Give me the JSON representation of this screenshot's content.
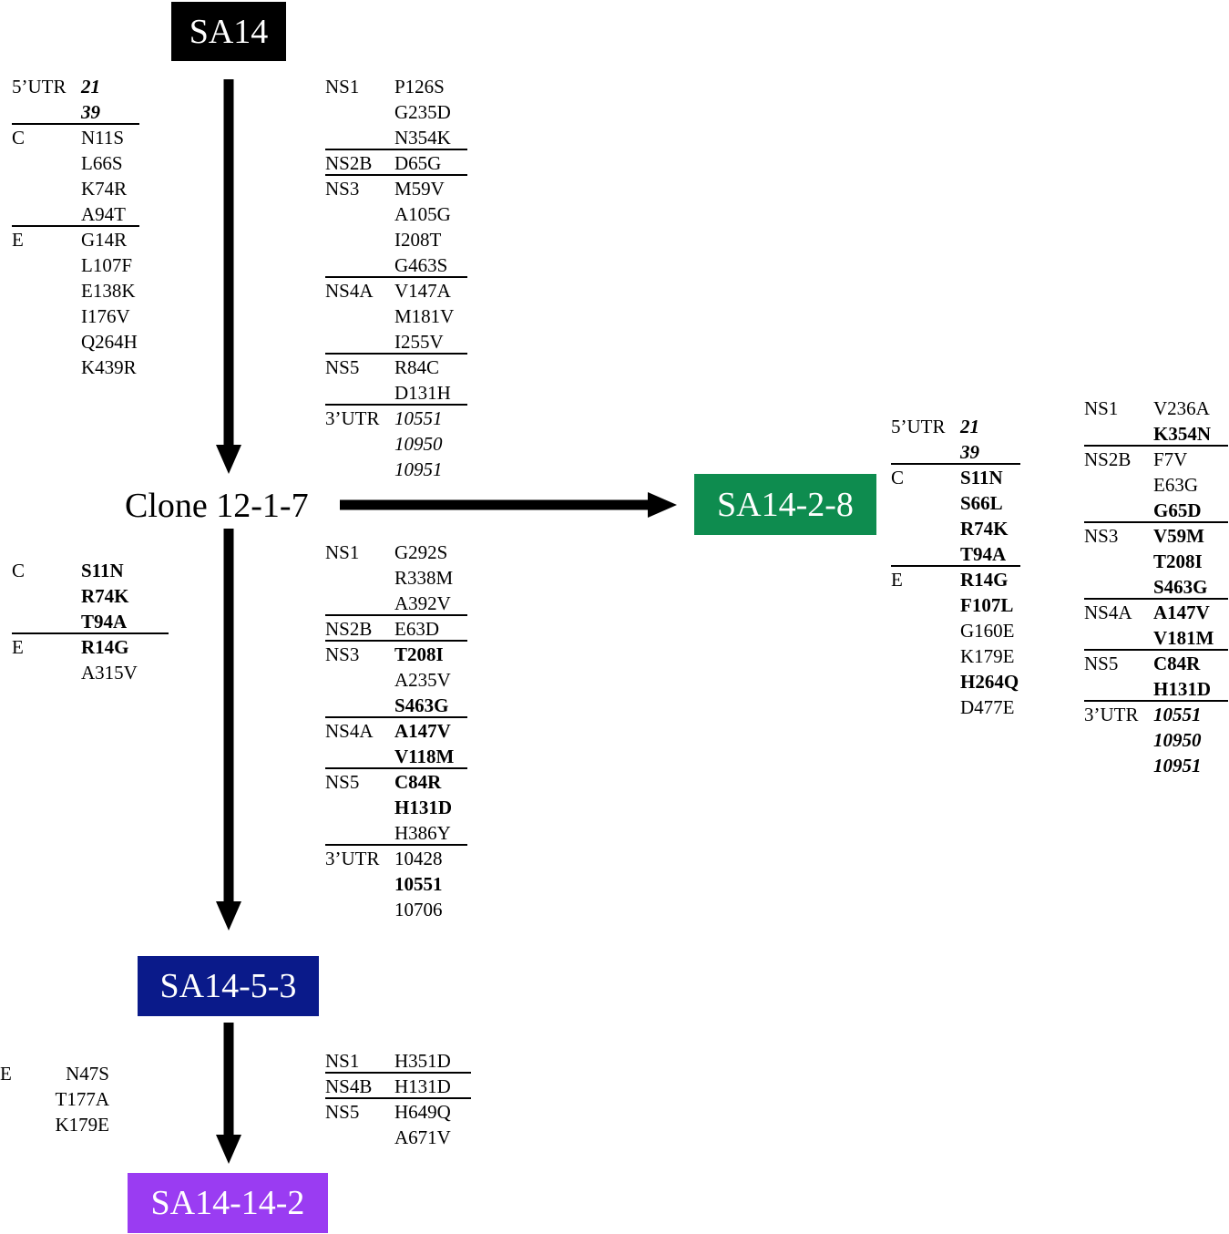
{
  "nodes": {
    "sa14": "SA14",
    "clone": "Clone 12-1-7",
    "sa14_2_8": "SA14-2-8",
    "sa14_5_3": "SA14-5-3",
    "sa14_14_2": "SA14-14-2"
  },
  "colors": {
    "sa14": "#000000",
    "sa14_2_8": "#0e8c4f",
    "sa14_5_3": "#0a1a8a",
    "sa14_14_2": "#9a3cf2",
    "arrow": "#000000"
  },
  "tables": {
    "sa14_left": [
      {
        "gene": "5’UTR",
        "mut": "21",
        "italic": true,
        "bold": true
      },
      {
        "gene": "",
        "mut": "39",
        "italic": true,
        "bold": true,
        "rule": true
      },
      {
        "gene": "C",
        "mut": "N11S"
      },
      {
        "gene": "",
        "mut": "L66S"
      },
      {
        "gene": "",
        "mut": "K74R"
      },
      {
        "gene": "",
        "mut": "A94T",
        "rule": true
      },
      {
        "gene": "E",
        "mut": "G14R"
      },
      {
        "gene": "",
        "mut": "L107F"
      },
      {
        "gene": "",
        "mut": "E138K"
      },
      {
        "gene": "",
        "mut": "I176V"
      },
      {
        "gene": "",
        "mut": "Q264H"
      },
      {
        "gene": "",
        "mut": "K439R"
      }
    ],
    "sa14_right": [
      {
        "gene": "NS1",
        "mut": "P126S"
      },
      {
        "gene": "",
        "mut": "G235D"
      },
      {
        "gene": "",
        "mut": "N354K",
        "rule": true
      },
      {
        "gene": "NS2B",
        "mut": "D65G",
        "rule": true
      },
      {
        "gene": "NS3",
        "mut": "M59V"
      },
      {
        "gene": "",
        "mut": "A105G"
      },
      {
        "gene": "",
        "mut": "I208T"
      },
      {
        "gene": "",
        "mut": "G463S",
        "rule": true
      },
      {
        "gene": "NS4A",
        "mut": "V147A"
      },
      {
        "gene": "",
        "mut": "M181V"
      },
      {
        "gene": "",
        "mut": "I255V",
        "rule": true
      },
      {
        "gene": "NS5",
        "mut": "R84C"
      },
      {
        "gene": "",
        "mut": "D131H",
        "rule": true
      },
      {
        "gene": "3’UTR",
        "mut": "10551",
        "italic": true
      },
      {
        "gene": "",
        "mut": "10950",
        "italic": true
      },
      {
        "gene": "",
        "mut": "10951",
        "italic": true
      }
    ],
    "clone_left": [
      {
        "gene": "C",
        "mut": "S11N",
        "bold": true
      },
      {
        "gene": "",
        "mut": "R74K",
        "bold": true
      },
      {
        "gene": "",
        "mut": "T94A",
        "bold": true,
        "rule": true
      },
      {
        "gene": "E",
        "mut": "R14G",
        "bold": true
      },
      {
        "gene": "",
        "mut": "A315V"
      }
    ],
    "clone_right": [
      {
        "gene": "NS1",
        "mut": "G292S"
      },
      {
        "gene": "",
        "mut": "R338M"
      },
      {
        "gene": "",
        "mut": "A392V",
        "rule": true
      },
      {
        "gene": "NS2B",
        "mut": "E63D",
        "rule": true
      },
      {
        "gene": "NS3",
        "mut": "T208I",
        "bold": true
      },
      {
        "gene": "",
        "mut": "A235V"
      },
      {
        "gene": "",
        "mut": "S463G",
        "bold": true,
        "rule": true
      },
      {
        "gene": "NS4A",
        "mut": "A147V",
        "bold": true
      },
      {
        "gene": "",
        "mut": "V118M",
        "bold": true,
        "rule": true
      },
      {
        "gene": "NS5",
        "mut": "C84R",
        "bold": true
      },
      {
        "gene": "",
        "mut": "H131D",
        "bold": true
      },
      {
        "gene": "",
        "mut": "H386Y",
        "rule": true
      },
      {
        "gene": "3’UTR",
        "mut": "10428"
      },
      {
        "gene": "",
        "mut": "10551",
        "bold": true
      },
      {
        "gene": "",
        "mut": "10706"
      }
    ],
    "sa14_2_8_left": [
      {
        "gene": "5’UTR",
        "mut": "21",
        "italic": true,
        "bold": true
      },
      {
        "gene": "",
        "mut": "39",
        "italic": true,
        "bold": true,
        "rule": true
      },
      {
        "gene": "C",
        "mut": "S11N",
        "bold": true
      },
      {
        "gene": "",
        "mut": "S66L",
        "bold": true
      },
      {
        "gene": "",
        "mut": "R74K",
        "bold": true
      },
      {
        "gene": "",
        "mut": "T94A",
        "bold": true,
        "rule": true
      },
      {
        "gene": "E",
        "mut": "R14G",
        "bold": true
      },
      {
        "gene": "",
        "mut": "F107L",
        "bold": true
      },
      {
        "gene": "",
        "mut": "G160E"
      },
      {
        "gene": "",
        "mut": "K179E"
      },
      {
        "gene": "",
        "mut": "H264Q",
        "bold": true
      },
      {
        "gene": "",
        "mut": "D477E"
      }
    ],
    "sa14_2_8_right": [
      {
        "gene": "NS1",
        "mut": "V236A"
      },
      {
        "gene": "",
        "mut": "K354N",
        "bold": true,
        "rule": true
      },
      {
        "gene": "NS2B",
        "mut": "F7V"
      },
      {
        "gene": "",
        "mut": "E63G"
      },
      {
        "gene": "",
        "mut": "G65D",
        "bold": true,
        "rule": true
      },
      {
        "gene": "NS3",
        "mut": "V59M",
        "bold": true
      },
      {
        "gene": "",
        "mut": "T208I",
        "bold": true
      },
      {
        "gene": "",
        "mut": "S463G",
        "bold": true,
        "rule": true
      },
      {
        "gene": "NS4A",
        "mut": "A147V",
        "bold": true
      },
      {
        "gene": "",
        "mut": "V181M",
        "bold": true,
        "rule": true
      },
      {
        "gene": "NS5",
        "mut": "C84R",
        "bold": true
      },
      {
        "gene": "",
        "mut": "H131D",
        "bold": true,
        "rule": true
      },
      {
        "gene": "3’UTR",
        "mut": "10551",
        "italic": true,
        "bold": true
      },
      {
        "gene": "",
        "mut": "10950",
        "italic": true,
        "bold": true
      },
      {
        "gene": "",
        "mut": "10951",
        "italic": true,
        "bold": true
      }
    ],
    "sa14_5_3_left": [
      {
        "gene": "E",
        "mut": "N47S"
      },
      {
        "gene": "",
        "mut": "T177A"
      },
      {
        "gene": "",
        "mut": "K179E"
      }
    ],
    "sa14_5_3_right": [
      {
        "gene": "NS1",
        "mut": "H351D",
        "rule": true
      },
      {
        "gene": "NS4B",
        "mut": "H131D",
        "rule": true
      },
      {
        "gene": "NS5",
        "mut": "H649Q"
      },
      {
        "gene": "",
        "mut": "A671V"
      }
    ]
  }
}
